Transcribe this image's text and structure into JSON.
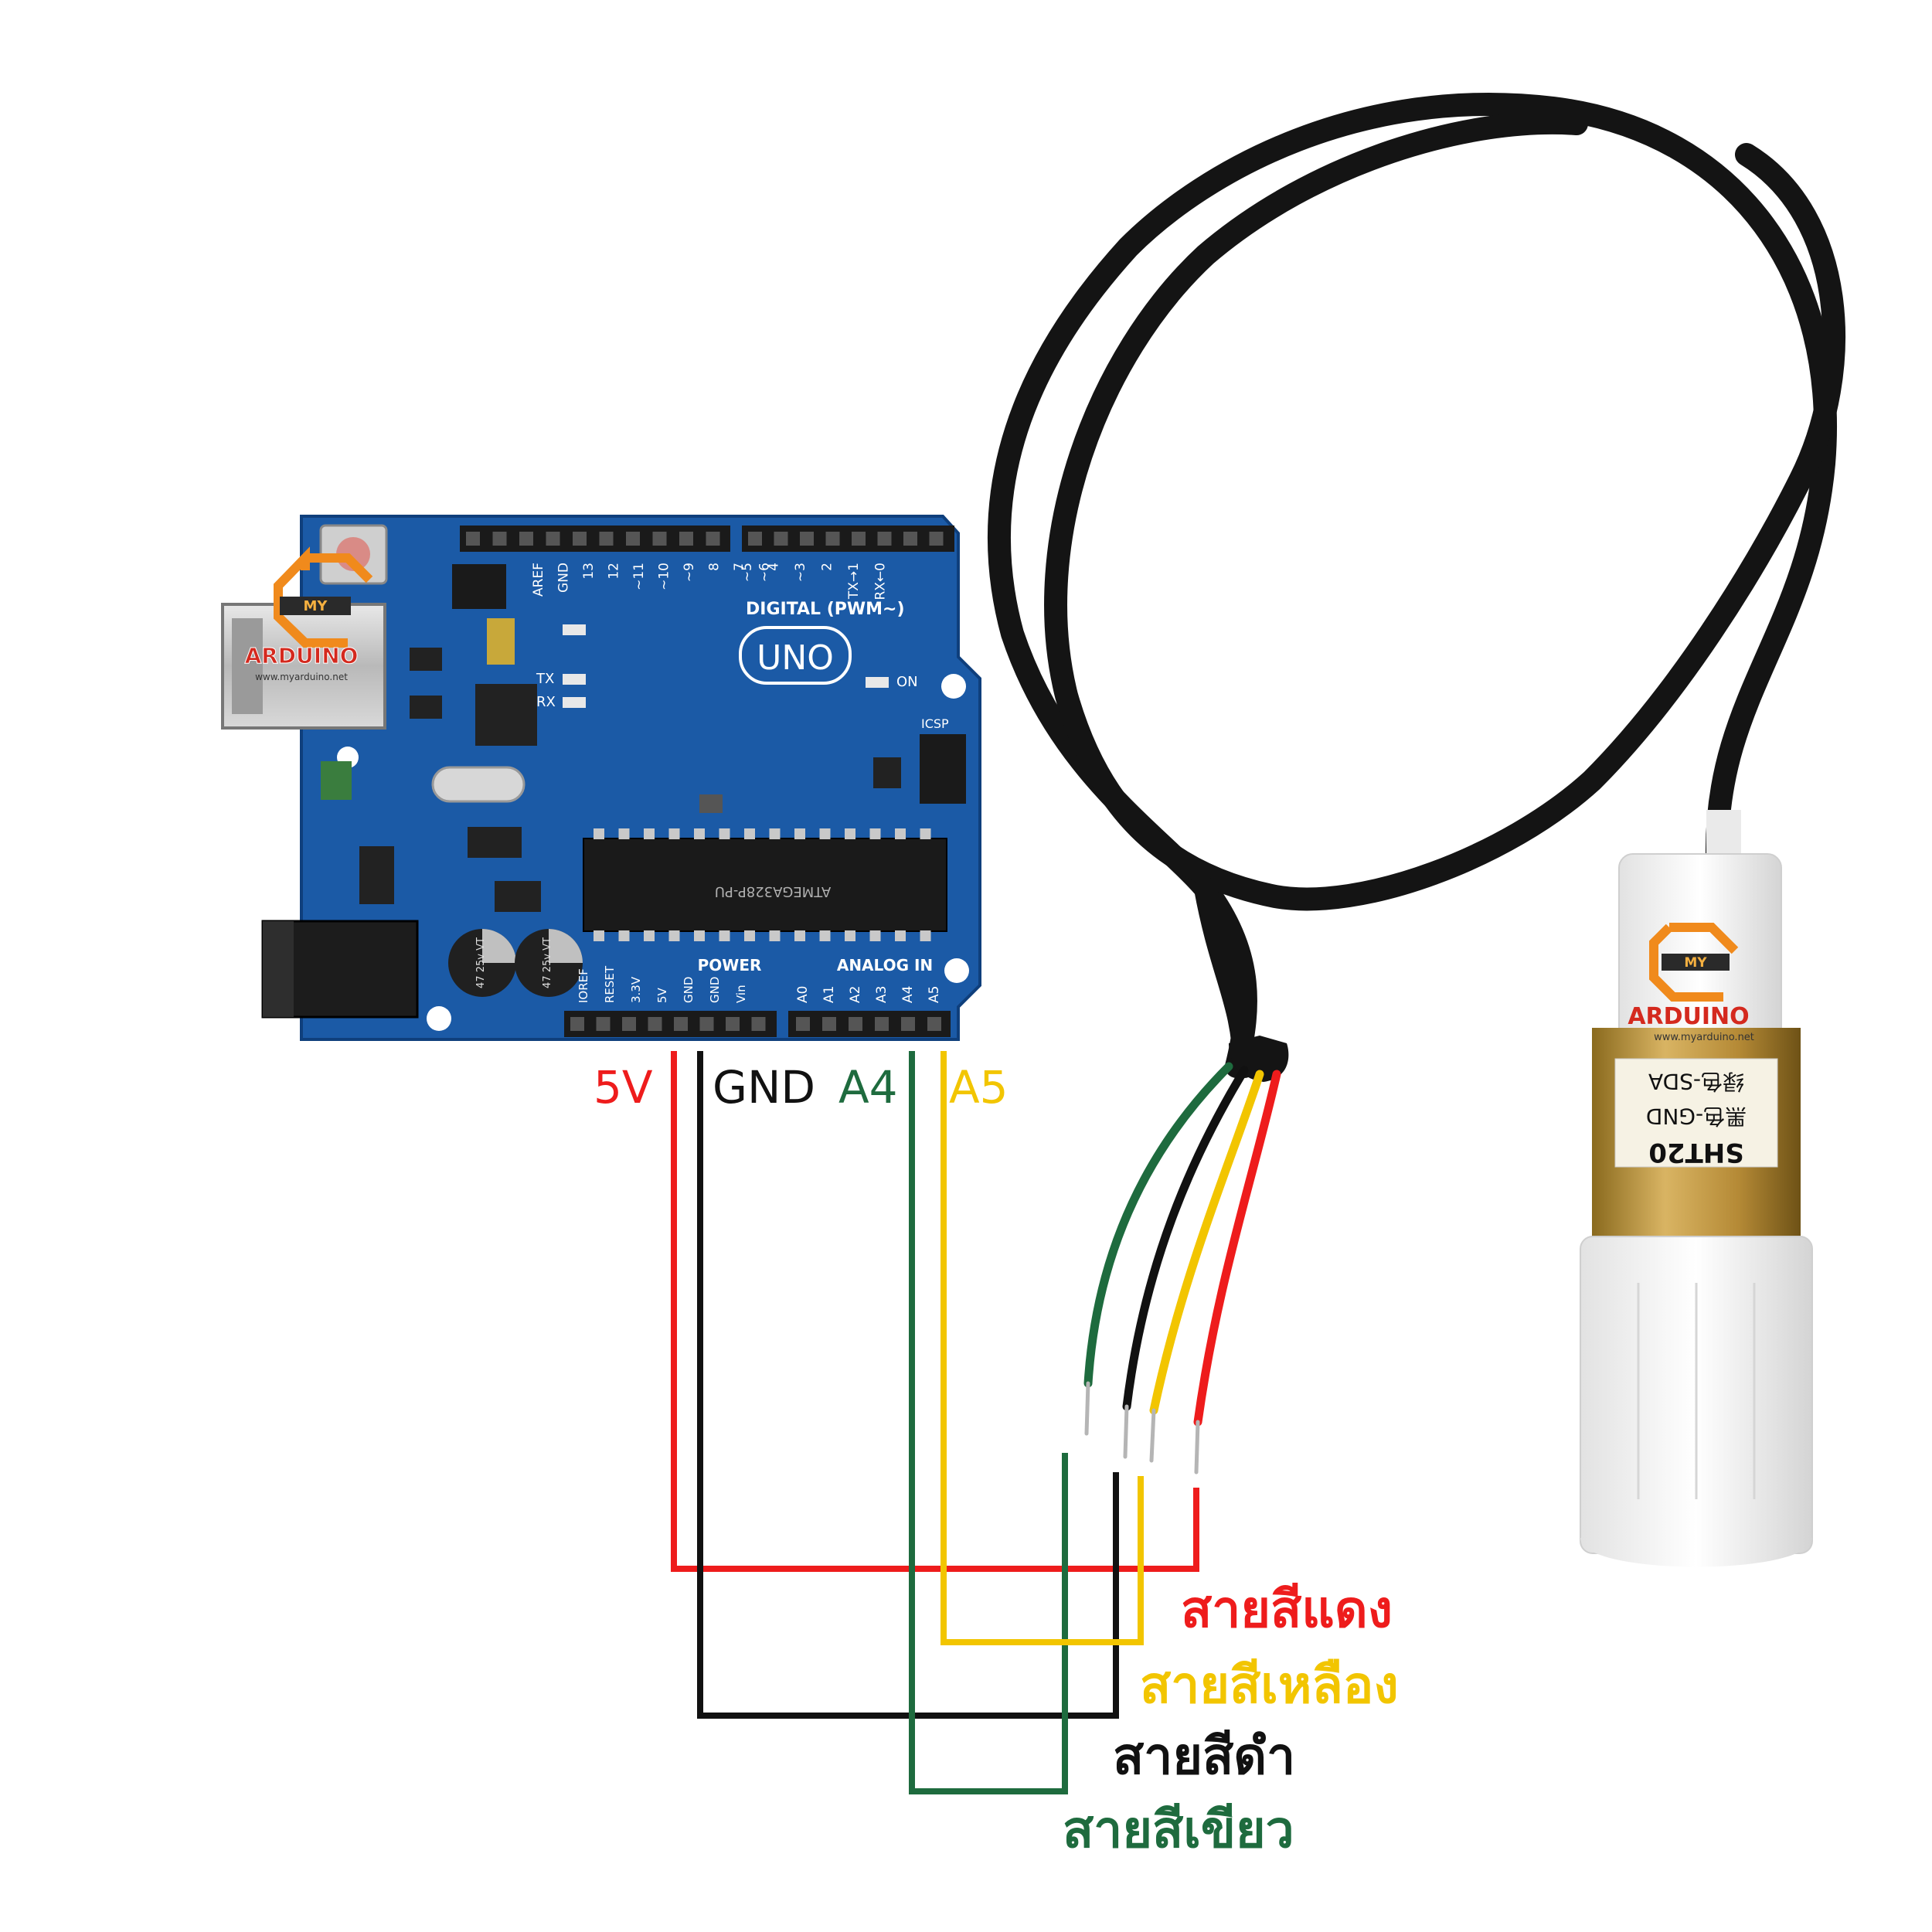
{
  "colors": {
    "red": "#ee1c1c",
    "black": "#111111",
    "green": "#1e6b3e",
    "yellow": "#f2c500",
    "board_blue": "#1b5aa6",
    "brand_orange": "#f08a1c"
  },
  "board": {
    "model": "UNO",
    "digital_header": "DIGITAL (PWM~)",
    "power_header": "POWER",
    "analog_header": "ANALOG IN",
    "power_pins": [
      "IOREF",
      "RESET",
      "3.3V",
      "5V",
      "GND",
      "GND",
      "Vin"
    ],
    "analog_pins": [
      "A0",
      "A1",
      "A2",
      "A3",
      "A4",
      "A5"
    ],
    "digital_pins": [
      "AREF",
      "GND",
      "13",
      "12",
      "~11",
      "~10",
      "~9",
      "8",
      "7",
      "~6",
      "~5",
      "4",
      "~3",
      "2",
      "TX→1",
      "RX←0"
    ],
    "chip": "ATMEGA328P-PU",
    "icsp": "ICSP",
    "on_label": "ON",
    "tx_label": "TX",
    "rx_label": "RX",
    "cap_text": "47 25v VT"
  },
  "logo": {
    "top": "MY",
    "main": "ARDUINO",
    "url": "www.myarduino.net"
  },
  "pin_labels": [
    {
      "text": "5V",
      "color": "red"
    },
    {
      "text": "GND",
      "color": "black"
    },
    {
      "text": "A4",
      "color": "green"
    },
    {
      "text": "A5",
      "color": "yellow"
    }
  ],
  "sensor": {
    "model": "SHT20",
    "lines": [
      "黑色-GND",
      "绿色-SDA"
    ]
  },
  "wire_labels": [
    {
      "text": "สายสีแดง",
      "color": "red"
    },
    {
      "text": "สายสีเหลือง",
      "color": "yellow"
    },
    {
      "text": "สายสีดำ",
      "color": "black"
    },
    {
      "text": "สายสีเขียว",
      "color": "green"
    }
  ]
}
